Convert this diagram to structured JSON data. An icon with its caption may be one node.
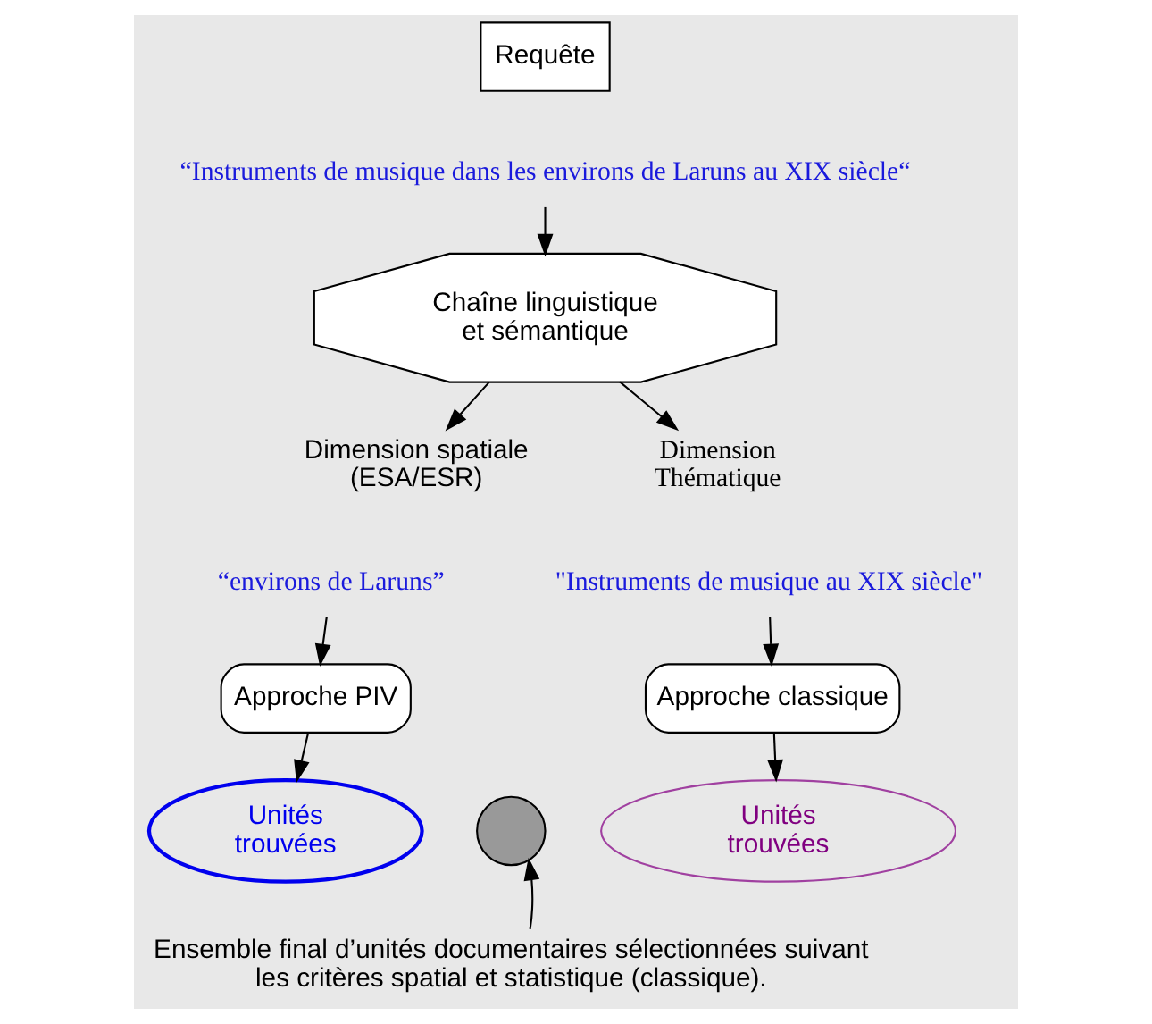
{
  "diagram": {
    "nodes": [
      {
        "text": [
          "Requête"
        ]
      },
      {
        "text": [
          "“Instruments de musique dans les environs de Laruns au XIX siècle“"
        ]
      },
      {
        "text": [
          "Chaîne linguistique et sémantique"
        ]
      },
      {
        "text": [
          "Dimension spatiale (ESA/ESR)"
        ]
      },
      {
        "text": [
          "Dimension Thématique"
        ]
      },
      {
        "text": [
          "“environs de Laruns”"
        ]
      },
      {
        "text": [
          "\"Instruments de musique au XIX siècle\""
        ]
      },
      {
        "text": [
          "Approche PIV"
        ]
      },
      {
        "text": [
          "Approche classique"
        ]
      },
      {
        "text": [
          "Unités trouvées"
        ]
      },
      {
        "text": [
          "Unités trouvées"
        ]
      },
      {
        "text": [],
        "shape": "circle"
      },
      {
        "text": [
          "Ensemble final d’unités documentaires sélectionnées suivant les critères spatial et statistique (classique)."
        ]
      }
    ],
    "edges": [
      {
        "from": 1,
        "to": 2,
        "arrow": "to"
      },
      {
        "from": 2,
        "to": 3,
        "arrow": "to"
      },
      {
        "from": 2,
        "to": 4,
        "arrow": "to"
      },
      {
        "from": 5,
        "to": 7,
        "arrow": "to"
      },
      {
        "from": 6,
        "to": 8,
        "arrow": "to"
      },
      {
        "from": 7,
        "to": 9,
        "arrow": "to"
      },
      {
        "from": 8,
        "to": 10,
        "arrow": "to"
      },
      {
        "from": 12,
        "to": 11,
        "arrow": "to"
      }
    ]
  }
}
